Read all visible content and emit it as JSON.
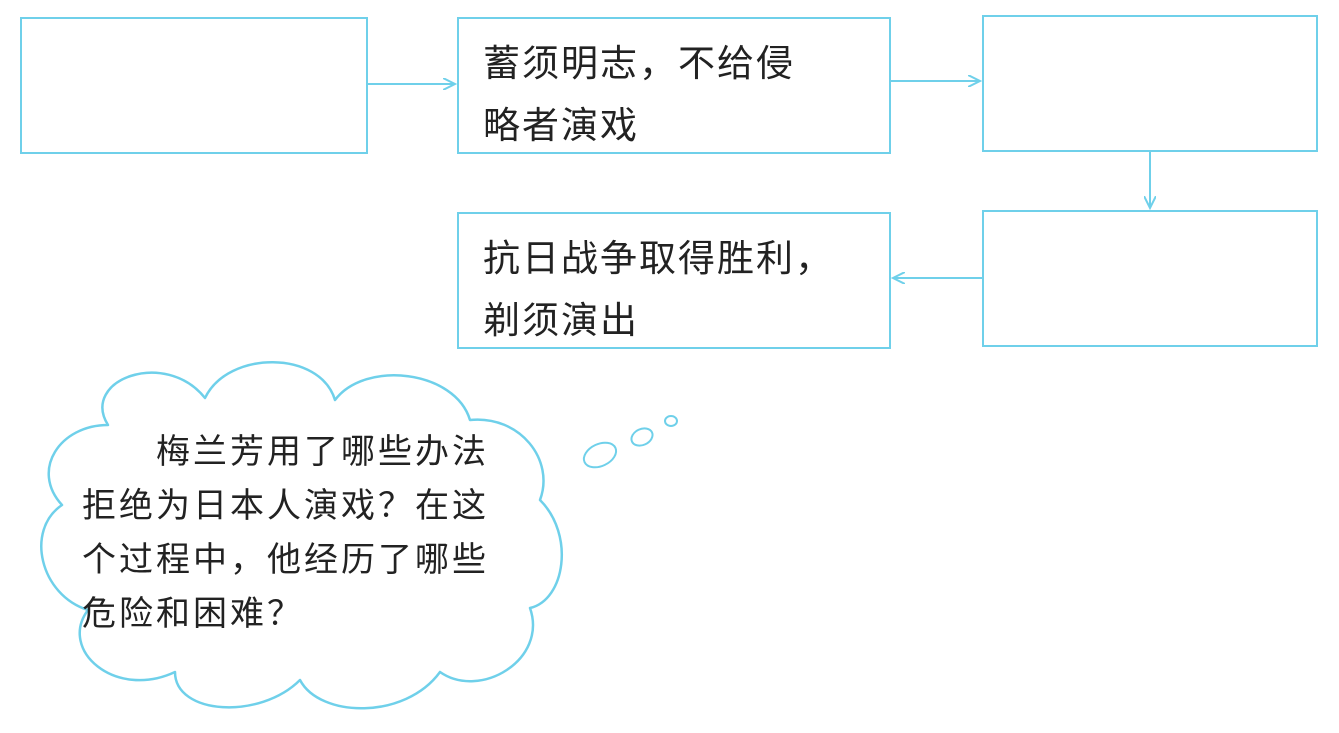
{
  "flow": {
    "box1_text": "",
    "box2_text": "蓄须明志，不给侵\n略者演戏",
    "box3_text": "",
    "box4_text": "",
    "box5_text": "抗日战争取得胜利，\n剃须演出"
  },
  "question": {
    "lines": [
      "　　梅兰芳用了哪些办法",
      "拒绝为日本人演戏？在这",
      "个过程中，他经历了哪些",
      "危险和困难？"
    ]
  },
  "colors": {
    "line": "#6fd0ea",
    "text": "#222222"
  }
}
